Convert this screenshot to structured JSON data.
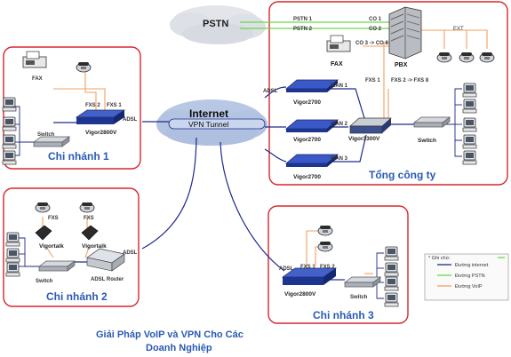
{
  "title": {
    "line1": "Giải Pháp VoIP và VPN Cho Các",
    "line2": "Doanh Nghiệp"
  },
  "cloud_labels": {
    "pstn": "PSTN",
    "internet": "Internet",
    "vpn": "VPN Tunnel"
  },
  "headquarters": {
    "name": "Tổng công ty",
    "pstn1": "PSTN 1",
    "pstn2": "PSTN 2",
    "co1": "CO 1",
    "co2": "CO 2",
    "co3": "CO 3 -> CO 8",
    "pbx": "PBX",
    "fax": "FAX",
    "ext": "EXT",
    "fxs1": "FXS 1",
    "fxs2_8": "FXS 2 -> FXS 8",
    "wan1": "WAN 1",
    "wan2": "WAN 2",
    "wan3": "WAN 3",
    "adsl": "ADSL",
    "router1": "Vigor2700",
    "router2": "Vigor2700",
    "router3": "Vigor2700",
    "main_router": "Vigor3300V",
    "switch": "Switch"
  },
  "branch1": {
    "name": "Chi nhánh 1",
    "fax": "FAX",
    "fxs1": "FXS 1",
    "fxs2": "FXS 2",
    "adsl": "ADSL",
    "switch": "Switch",
    "router": "Vigor2800V"
  },
  "branch2": {
    "name": "Chi nhánh 2",
    "fxs_a": "FXS",
    "fxs_b": "FXS",
    "vt_a": "Vigortalk",
    "vt_b": "Vigortalk",
    "adsl": "ADSL",
    "switch": "Switch",
    "router": "ADSL Router"
  },
  "branch3": {
    "name": "Chi nhánh 3",
    "fxs1": "FXS 1",
    "fxs2": "FXS 2",
    "adsl": "ADSL",
    "router": "Vigor2800V",
    "switch": "Switch"
  },
  "legend": {
    "heading": "* Ghi chú:",
    "internet": "Đường internet",
    "pstn": "Đường PSTN",
    "voip": "Đường VoIP"
  },
  "colors": {
    "frame": "#d9262c",
    "internet_line": "#1e2a8a",
    "pstn_line": "#6ad84a",
    "voip_line": "#f0a060",
    "label_blue": "#2a5ab4"
  }
}
